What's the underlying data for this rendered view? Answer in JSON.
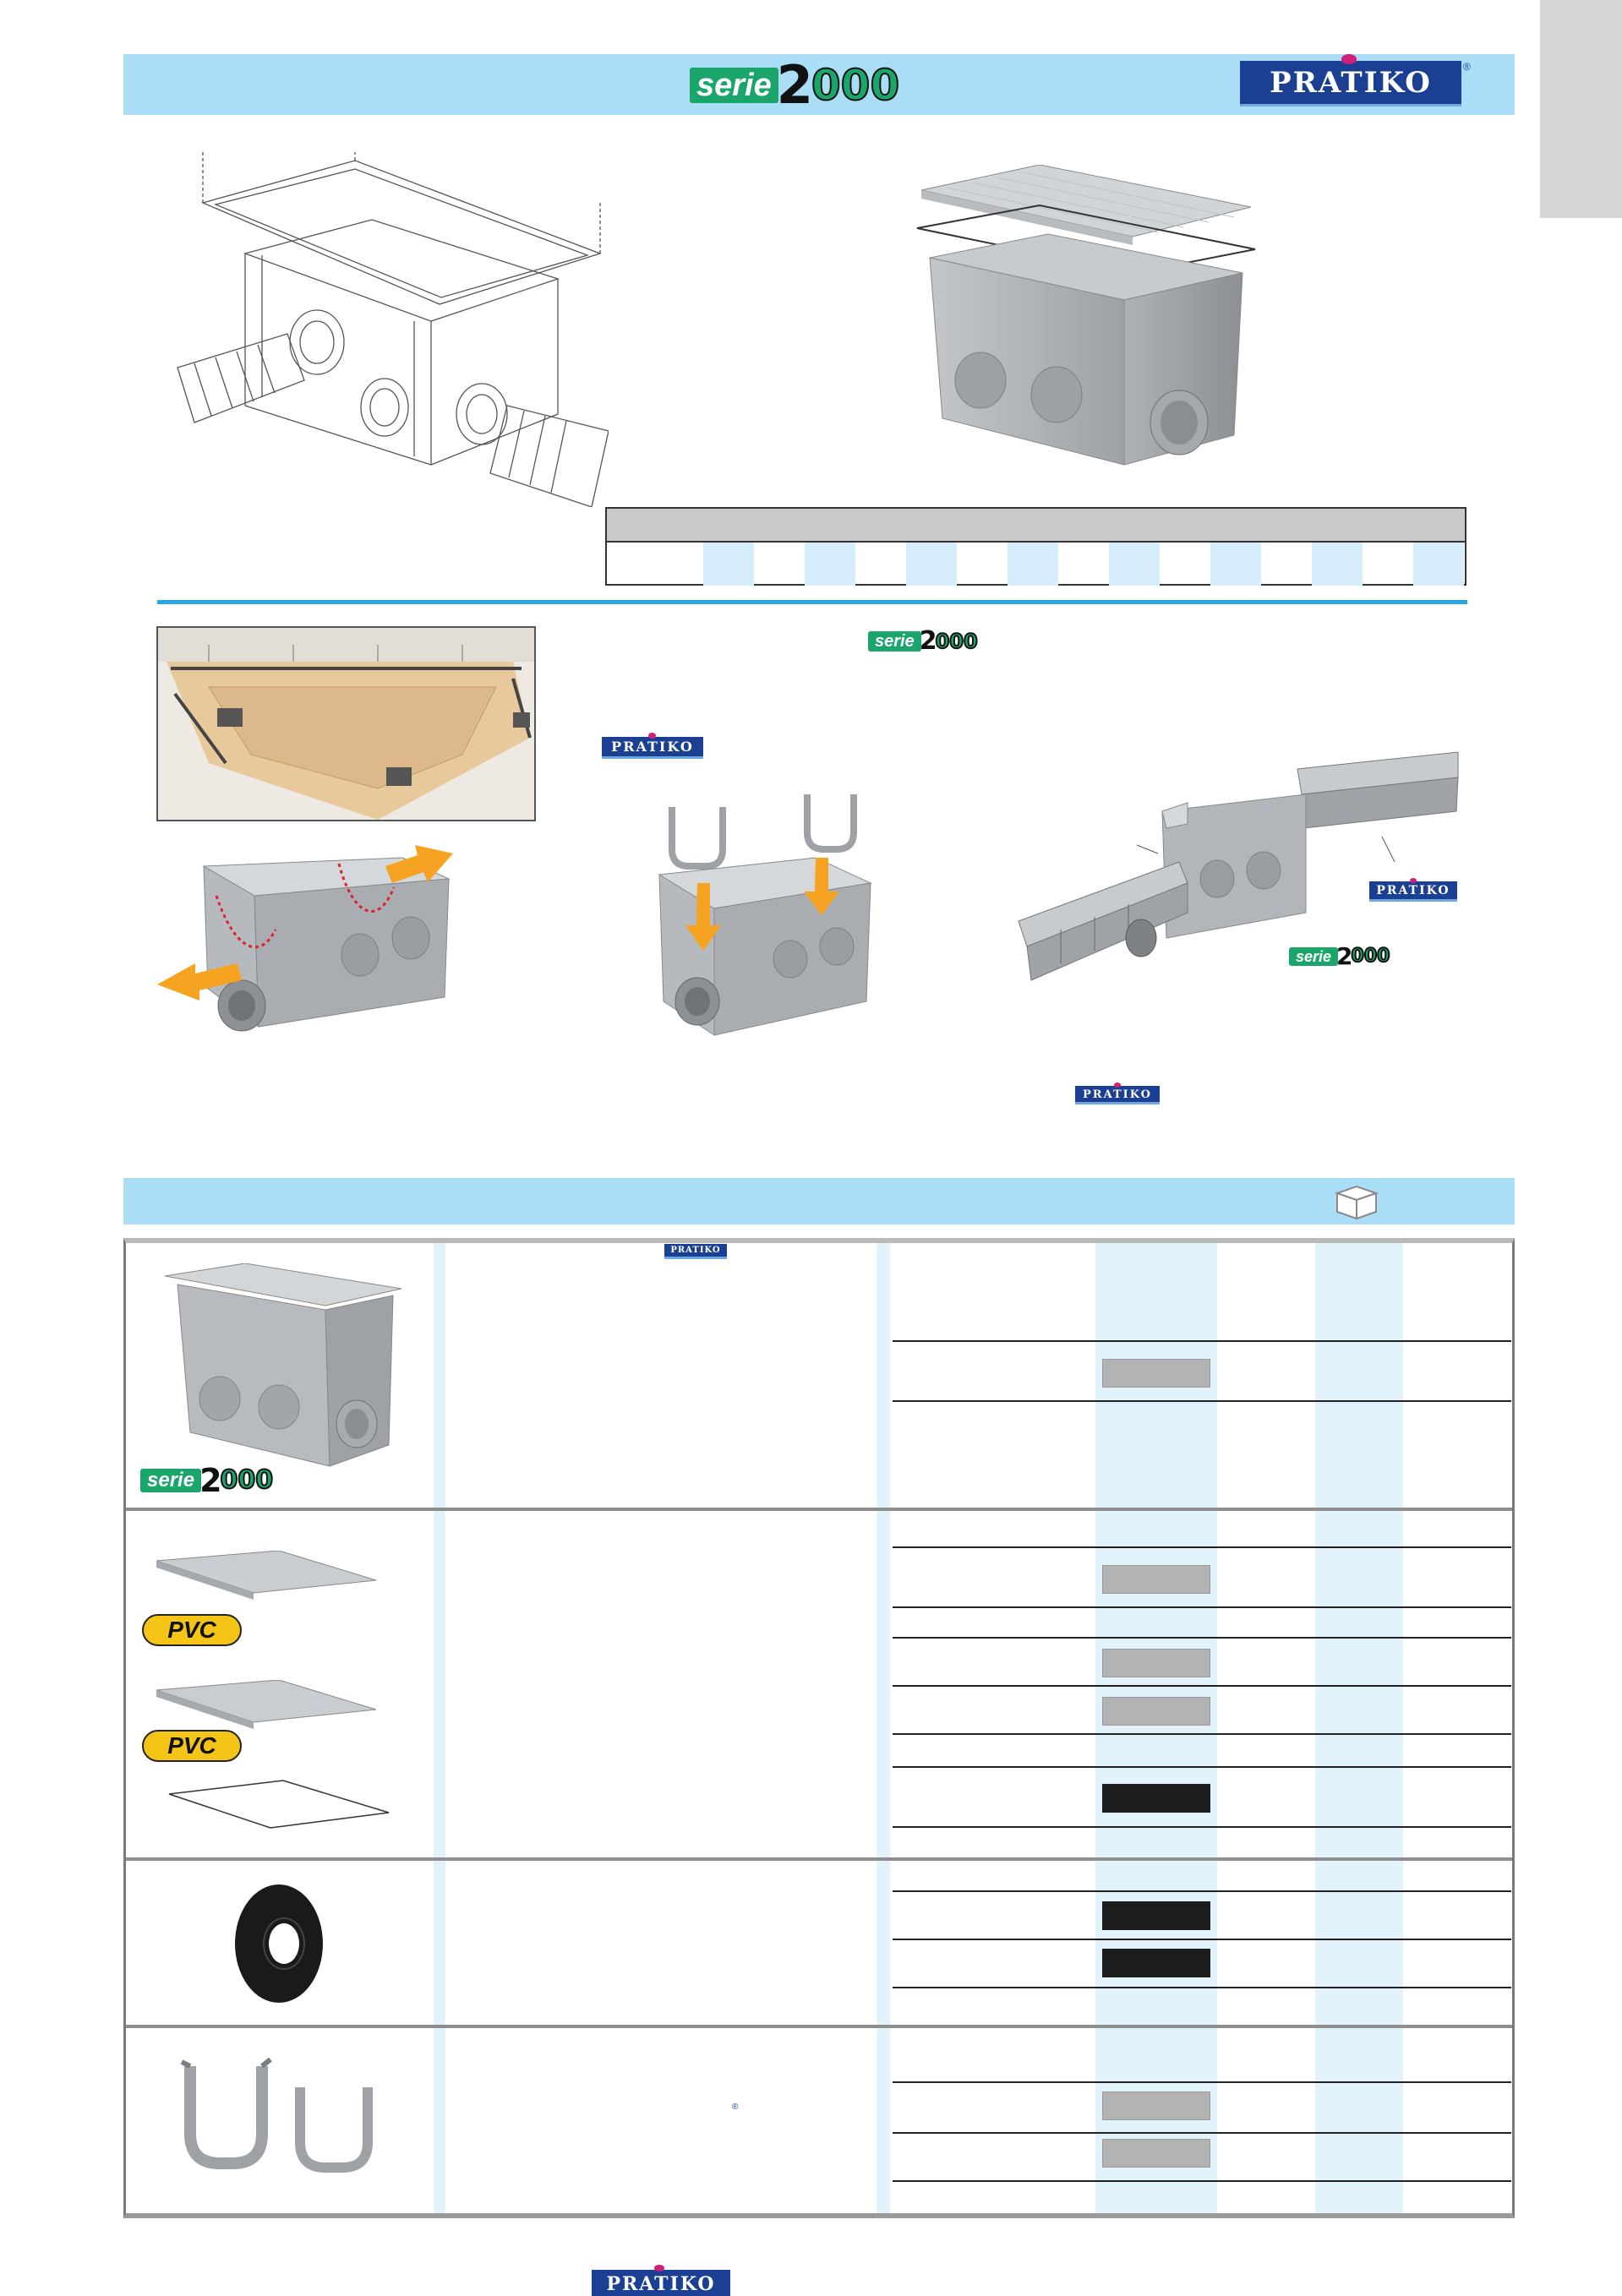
{
  "header": {
    "serie_word": "serie",
    "serie_number": "2",
    "serie_zeros": "000",
    "brand": "PRATIKO",
    "brand_mark": "®"
  },
  "catalog": {
    "pvc_label_1": "PVC",
    "pvc_label_2": "PVC"
  },
  "icons": [
    "box-icon"
  ],
  "colors": {
    "header_band": "#a9def6",
    "brand_blue": "#1b3f92",
    "serie_green": "#1aa56b",
    "rule_blue": "#29a8e0",
    "swatch_grey": "#b3b3b3",
    "swatch_black": "#1d1d1d",
    "arrow_orange": "#f6a321",
    "pvc_yellow": "#f4c516"
  }
}
